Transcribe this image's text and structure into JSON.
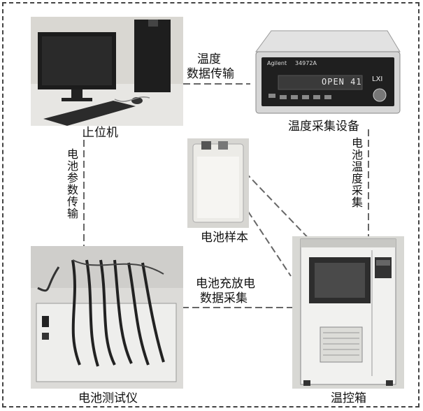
{
  "labels": {
    "pc": "上位机",
    "temp_device": "温度采集设备",
    "battery_sample": "电池样本",
    "chamber": "温控箱",
    "tester": "电池测试仪"
  },
  "links": {
    "temp_transfer_line1": "温度",
    "temp_transfer_line2": "数据传输",
    "battery_param_transfer": "电池参数传输",
    "battery_temp_collect": "电池温度采集",
    "charge_line1": "电池充放电",
    "charge_line2": "数据采集"
  },
  "device_display": {
    "brand": "Agilent",
    "model": "34972A",
    "readout": "OPEN  41",
    "indicator": "LXI"
  },
  "colors": {
    "frame": "#444444",
    "link_line": "#666666",
    "text": "#111111"
  }
}
